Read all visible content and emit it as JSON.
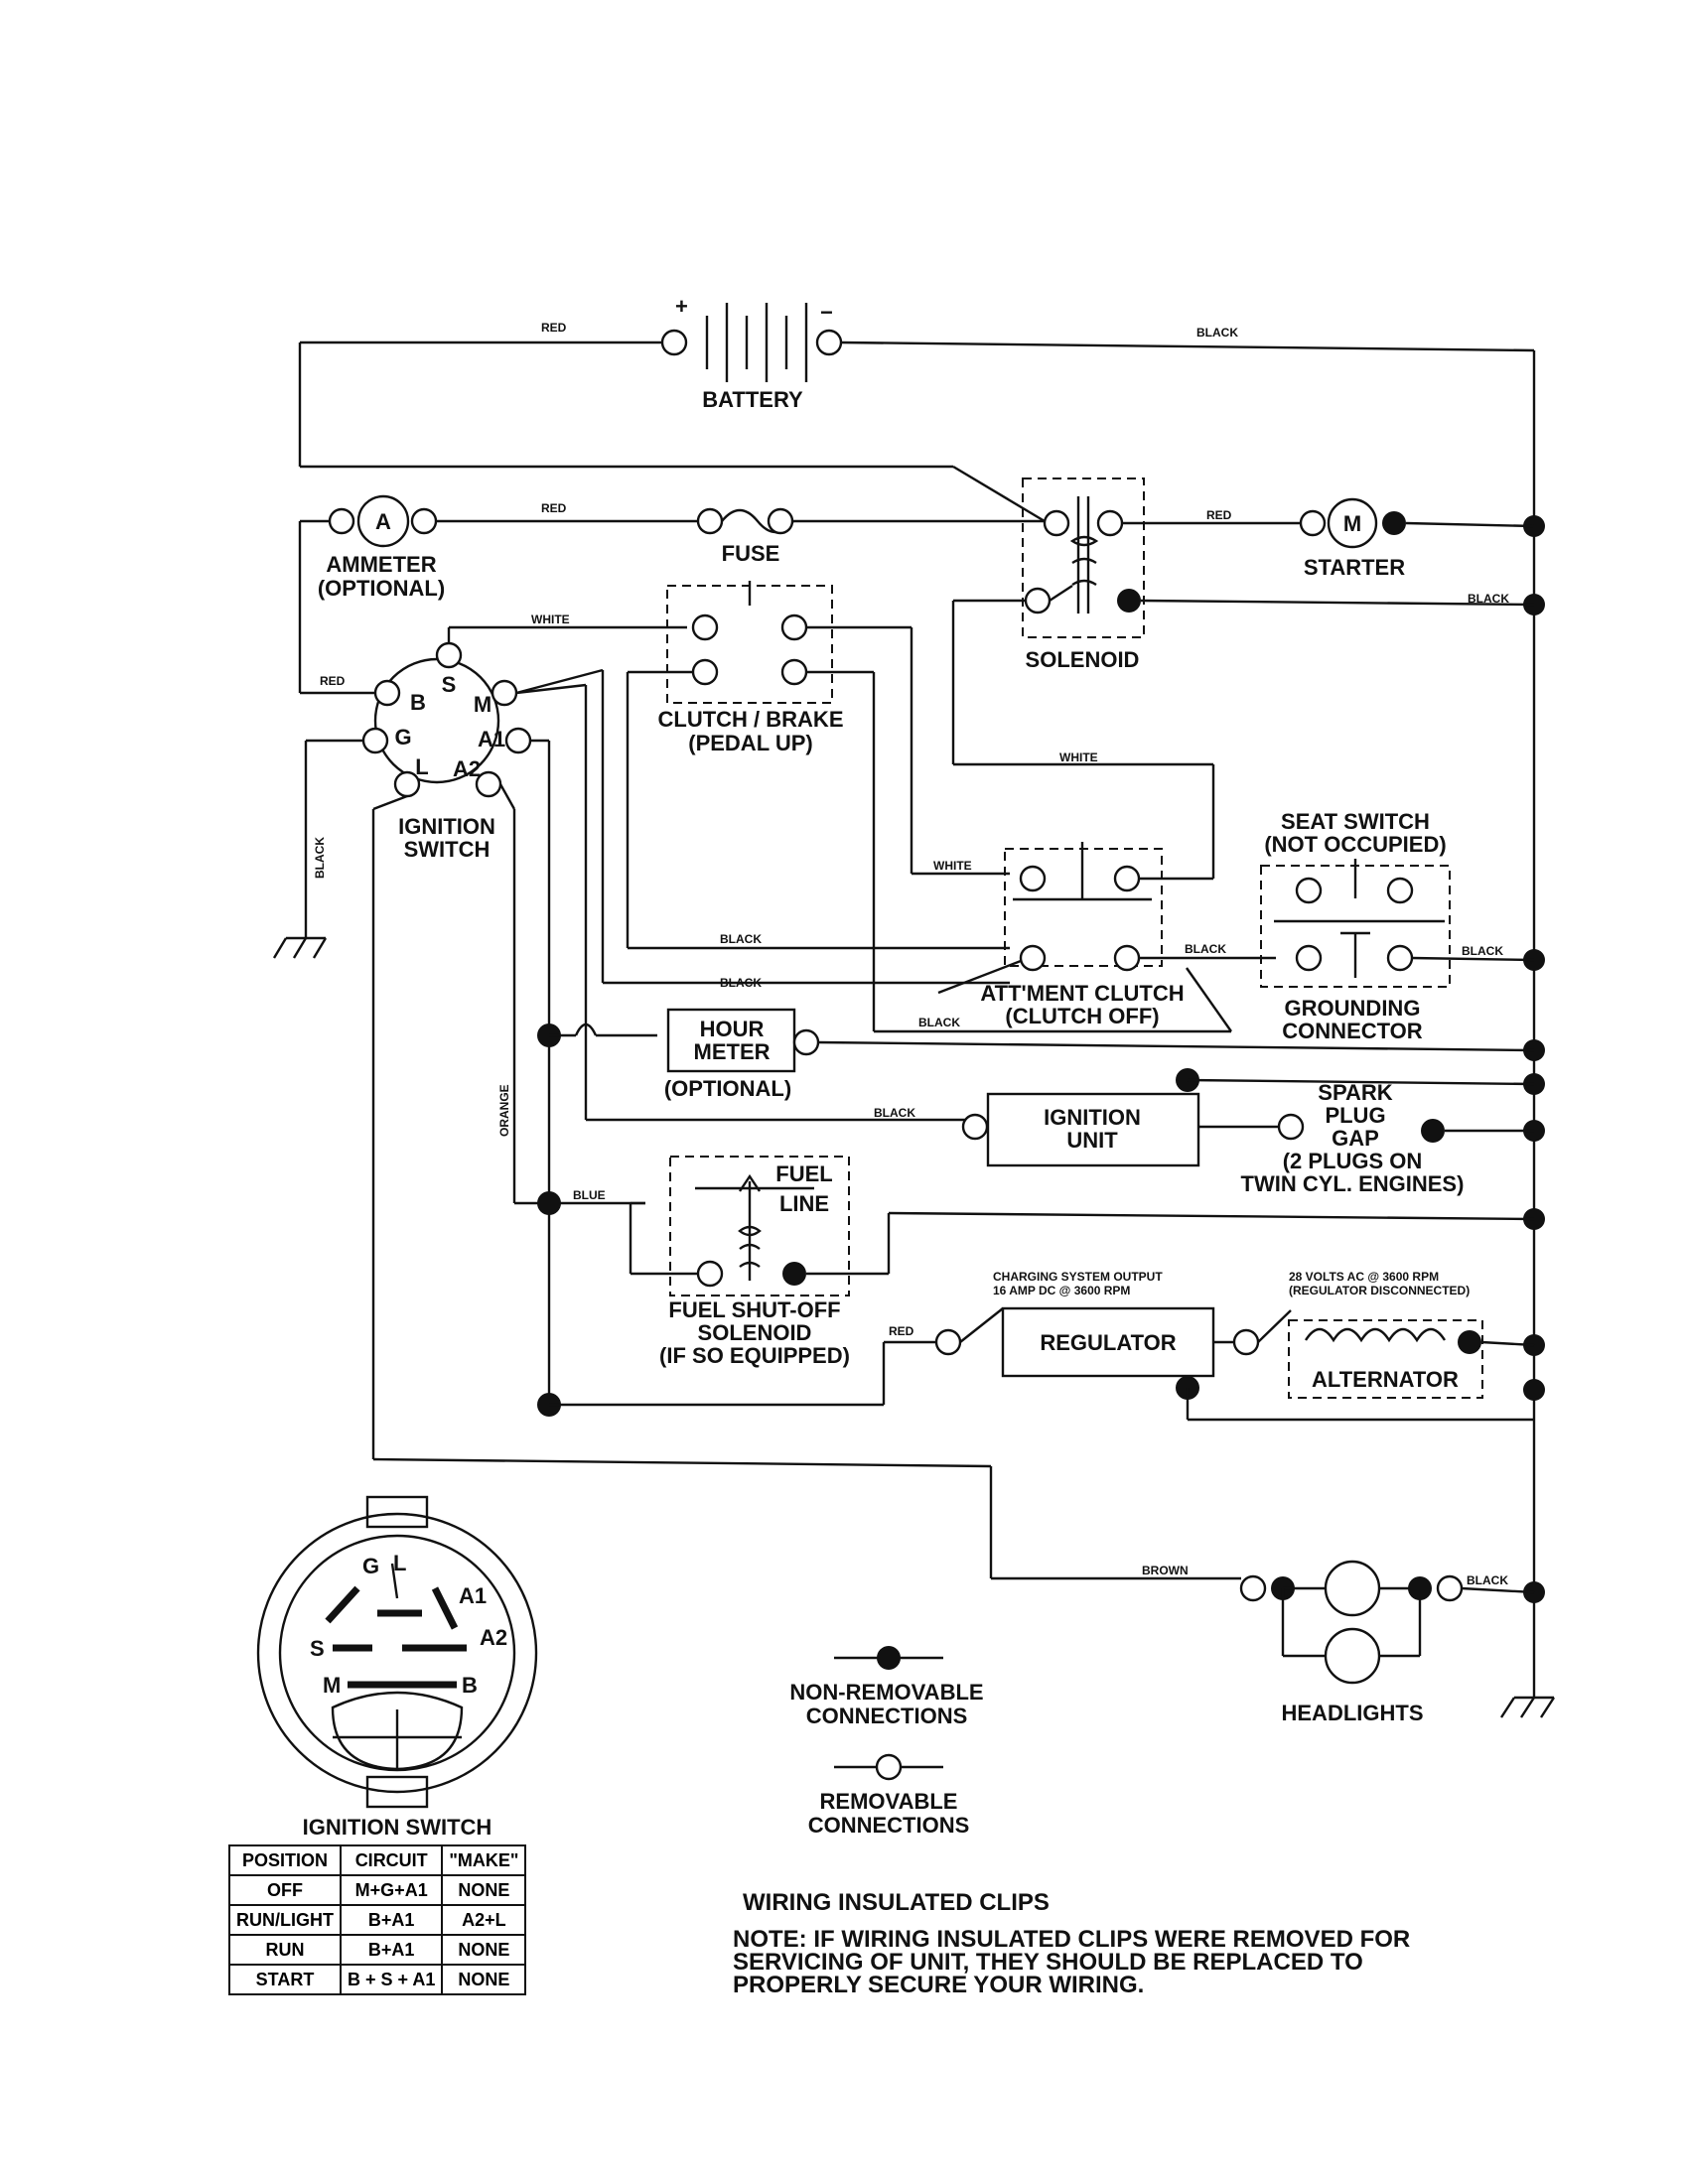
{
  "components": {
    "battery": "BATTERY",
    "battery_plus": "+",
    "battery_minus": "−",
    "ammeter_symbol": "A",
    "ammeter": [
      "AMMETER",
      "(OPTIONAL)"
    ],
    "fuse": "FUSE",
    "solenoid": "SOLENOID",
    "starter_symbol": "M",
    "starter": "STARTER",
    "clutch_brake": [
      "CLUTCH / BRAKE",
      "(PEDAL UP)"
    ],
    "ignition_switch": [
      "IGNITION",
      "SWITCH"
    ],
    "ignition_terminals": [
      "B",
      "S",
      "M",
      "G",
      "A1",
      "L",
      "A2"
    ],
    "seat_switch": [
      "SEAT SWITCH",
      "(NOT OCCUPIED)"
    ],
    "grounding_connector": [
      "GROUNDING",
      "CONNECTOR"
    ],
    "attachment_clutch": [
      "ATT'MENT CLUTCH",
      "(CLUTCH OFF)"
    ],
    "hour_meter": [
      "HOUR",
      "METER",
      "(OPTIONAL)"
    ],
    "ignition_unit": [
      "IGNITION",
      "UNIT"
    ],
    "spark_plug": [
      "SPARK",
      "PLUG",
      "GAP",
      "(2 PLUGS ON",
      "TWIN CYL. ENGINES)"
    ],
    "fuel_line": [
      "FUEL",
      "LINE"
    ],
    "fuel_solenoid": [
      "FUEL SHUT-OFF",
      "SOLENOID",
      "(IF SO EQUIPPED)"
    ],
    "charging_output": [
      "CHARGING SYSTEM OUTPUT",
      "16 AMP DC @ 3600 RPM"
    ],
    "regulator": "REGULATOR",
    "alternator_output": [
      "28 VOLTS AC @ 3600 RPM",
      "(REGULATOR DISCONNECTED)"
    ],
    "alternator": "ALTERNATOR",
    "headlights": "HEADLIGHTS"
  },
  "wire_colors": {
    "red": "RED",
    "black": "BLACK",
    "white": "WHITE",
    "orange": "ORANGE",
    "blue": "BLUE",
    "brown": "BROWN"
  },
  "legend": {
    "non_removable": [
      "NON-REMOVABLE",
      "CONNECTIONS"
    ],
    "removable": [
      "REMOVABLE",
      "CONNECTIONS"
    ]
  },
  "switch_face": {
    "title": "IGNITION SWITCH",
    "labels": [
      "G",
      "L",
      "A1",
      "S",
      "A2",
      "M",
      "B"
    ]
  },
  "switch_table": {
    "headers": [
      "POSITION",
      "CIRCUIT",
      "\"MAKE\""
    ],
    "rows": [
      [
        "OFF",
        "M+G+A1",
        "NONE"
      ],
      [
        "RUN/LIGHT",
        "B+A1",
        "A2+L"
      ],
      [
        "RUN",
        "B+A1",
        "NONE"
      ],
      [
        "START",
        "B + S + A1",
        "NONE"
      ]
    ]
  },
  "note": {
    "heading": "WIRING INSULATED CLIPS",
    "lead": "NOTE:",
    "lines": [
      "IF WIRING INSULATED CLIPS WERE REMOVED FOR",
      "SERVICING OF UNIT, THEY SHOULD BE REPLACED TO",
      "PROPERLY SECURE YOUR WIRING."
    ]
  }
}
